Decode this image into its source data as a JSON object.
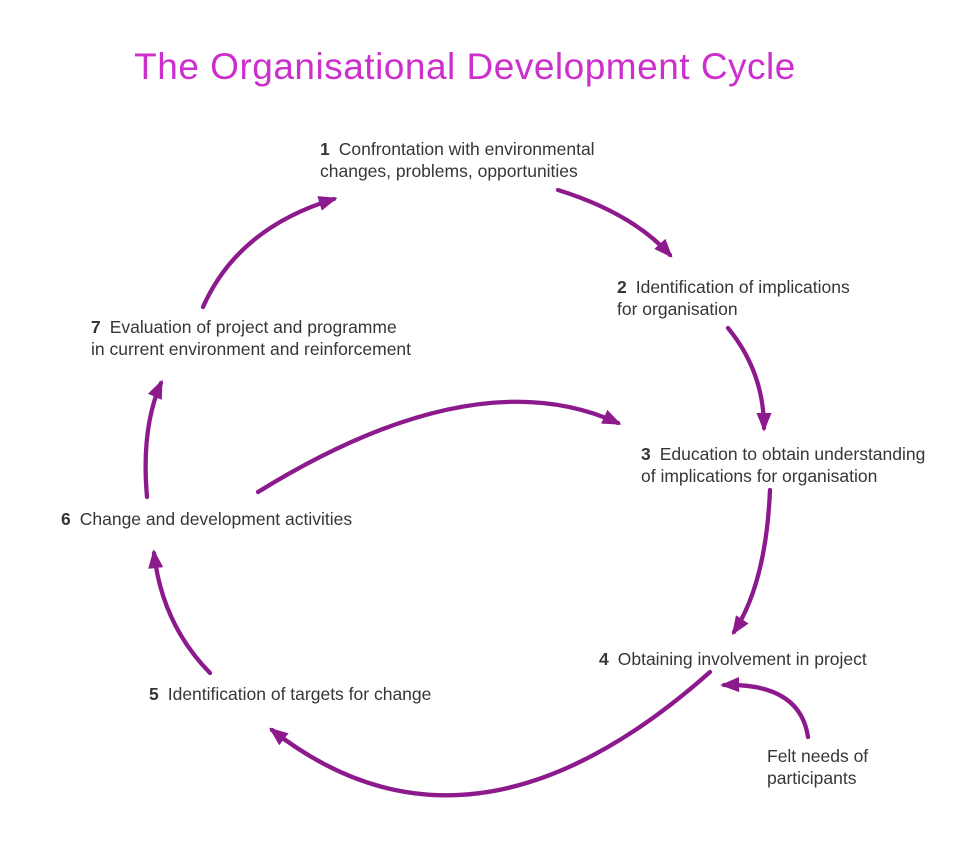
{
  "title": "The Organisational Development Cycle",
  "colors": {
    "title": "#cc2fcc",
    "arrow": "#8c1a8c",
    "text": "#363636"
  },
  "steps": [
    {
      "number": "1",
      "lines": [
        "Confrontation with environmental",
        "changes, problems, opportunities"
      ]
    },
    {
      "number": "2",
      "lines": [
        "Identification of implications",
        "for organisation"
      ]
    },
    {
      "number": "3",
      "lines": [
        "Education to obtain understanding",
        "of implications for organisation"
      ]
    },
    {
      "number": "4",
      "lines": [
        "Obtaining involvement in project"
      ]
    },
    {
      "number": "5",
      "lines": [
        "Identification of targets for change"
      ]
    },
    {
      "number": "6",
      "lines": [
        "Change and development activities"
      ]
    },
    {
      "number": "7",
      "lines": [
        "Evaluation of project and programme",
        "in current environment and reinforcement"
      ]
    }
  ],
  "external_input": {
    "lines": [
      "Felt needs of",
      "participants"
    ]
  },
  "connections": [
    {
      "from": "1",
      "to": "2"
    },
    {
      "from": "2",
      "to": "3"
    },
    {
      "from": "3",
      "to": "4"
    },
    {
      "from": "4",
      "to": "5"
    },
    {
      "from": "5",
      "to": "6"
    },
    {
      "from": "6",
      "to": "7"
    },
    {
      "from": "7",
      "to": "1"
    },
    {
      "from": "6",
      "to": "3"
    },
    {
      "from": "felt-needs",
      "to": "4"
    }
  ]
}
